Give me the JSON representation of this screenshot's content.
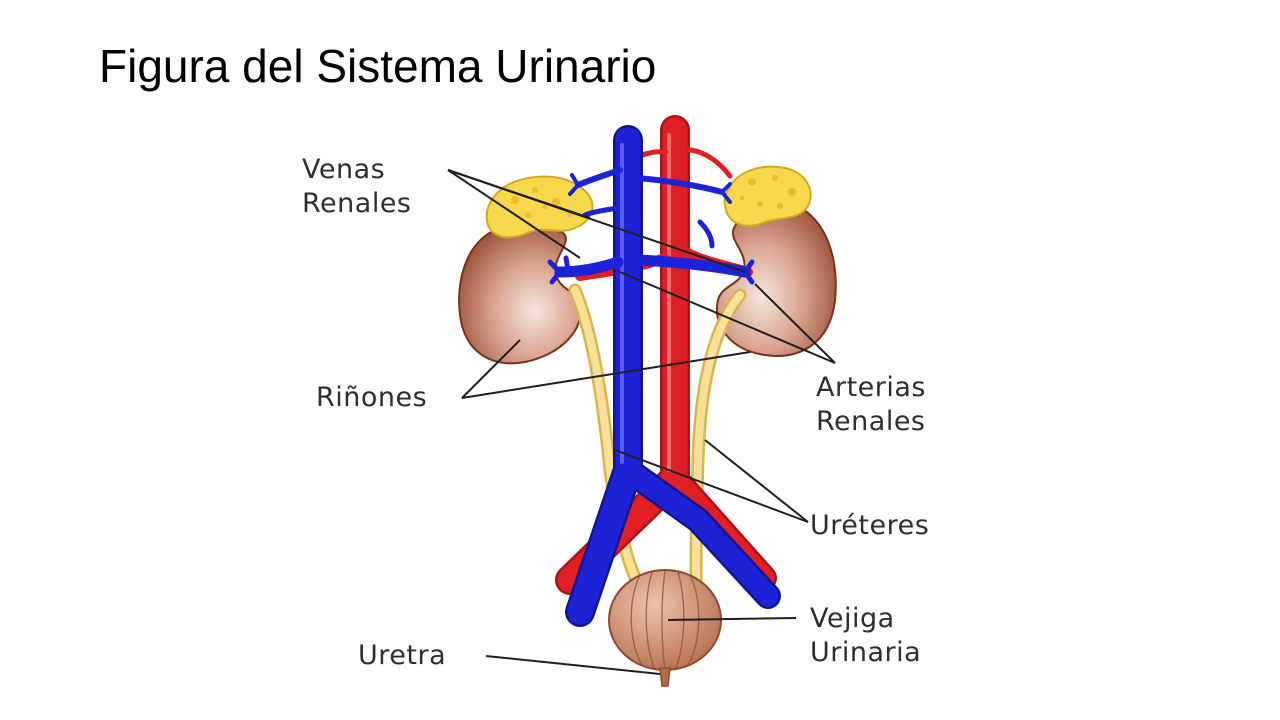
{
  "slide": {
    "title": "Figura del Sistema Urinario"
  },
  "figure": {
    "labels": {
      "venas_renales": [
        "Venas",
        "Renales"
      ],
      "arterias_renales": [
        "Arterias",
        "Renales"
      ],
      "rinones": "Riñones",
      "ureteres": "Uréteres",
      "vejiga_urinaria": [
        "Vejiga",
        "Urinaria"
      ],
      "uretra": "Uretra"
    },
    "colors": {
      "vein": "#1e22d6",
      "artery": "#e01f24",
      "kidney": "#a5533b",
      "kidney_light": "#f2d8cd",
      "adrenal": "#f7d84a",
      "ureter": "#f3dc82",
      "bladder": "#c98060"
    }
  }
}
